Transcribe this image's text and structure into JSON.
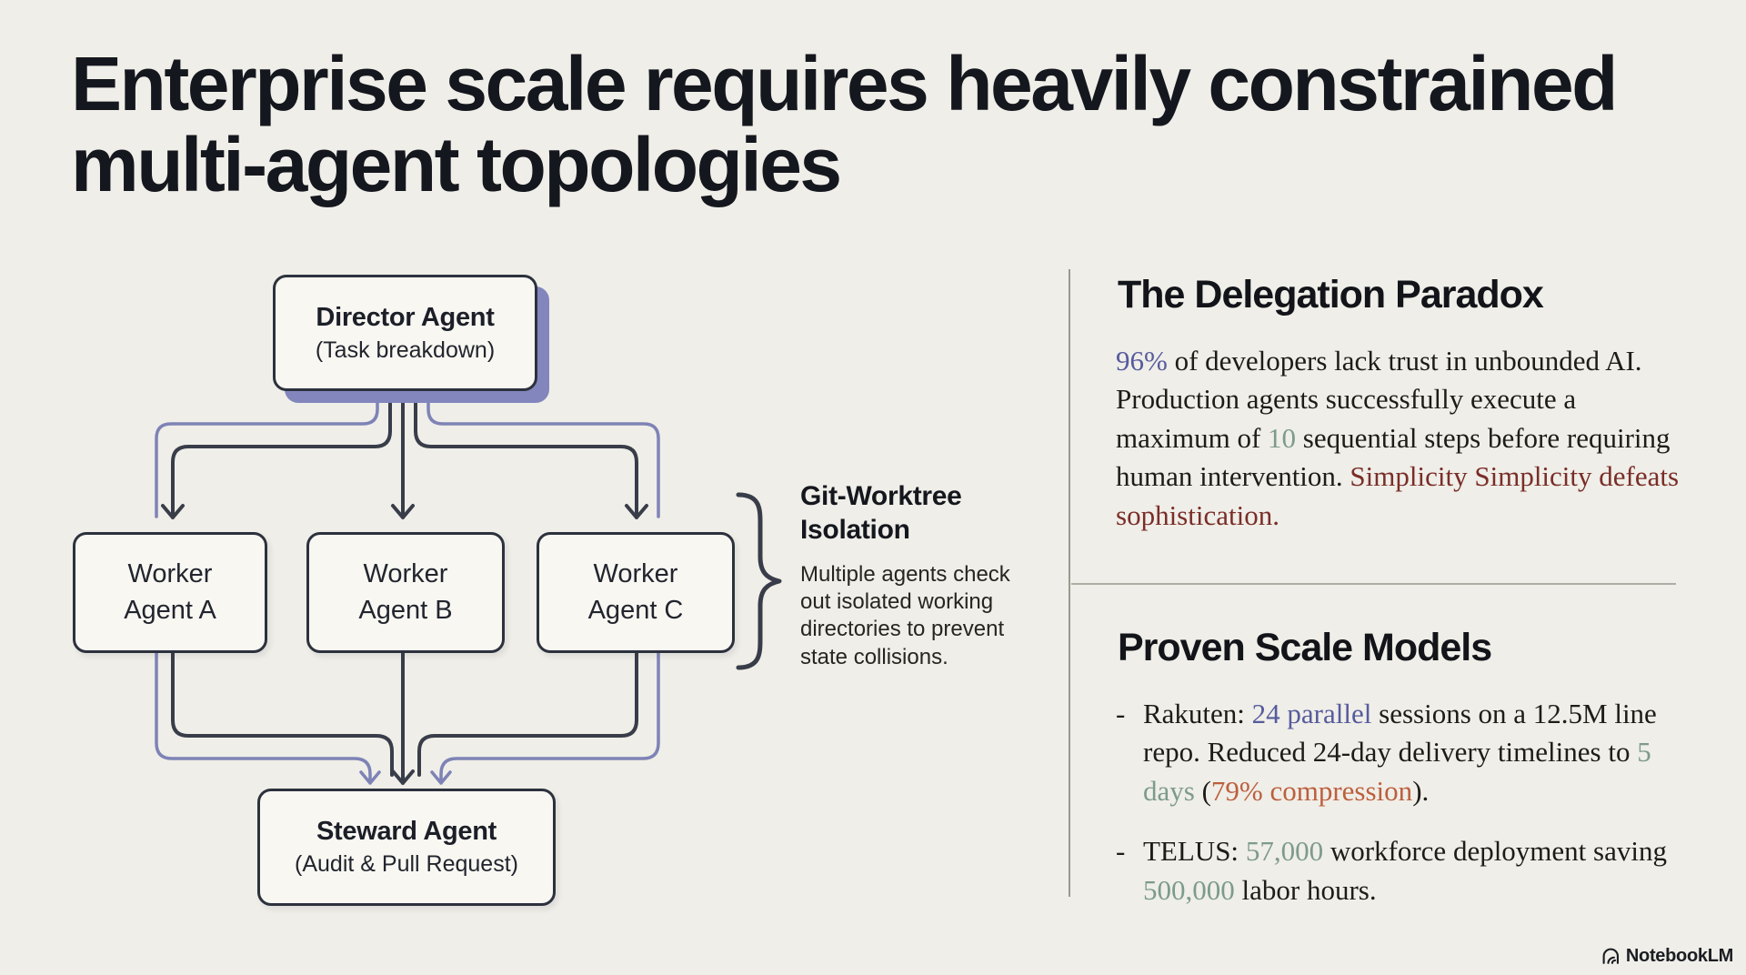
{
  "palette": {
    "background": "#efeee8",
    "ink": "#15171e",
    "line_dark": "#383d49",
    "line_purple": "#7e83b6",
    "node_fill": "#f8f7f2",
    "node_border": "#2c313d",
    "director_shadow": "#8286bd",
    "divider": "#9a998f",
    "serif_ink": "#1e1c17",
    "accent_blue": "#565b9d",
    "accent_green": "#7d9b8a",
    "accent_maroon": "#7a2d28",
    "accent_orange": "#bc5f3d"
  },
  "slide": {
    "title": "Enterprise scale requires heavily constrained multi-agent topologies"
  },
  "diagram": {
    "director": {
      "title": "Director Agent",
      "subtitle": "(Task breakdown)"
    },
    "worker_a": {
      "line1": "Worker",
      "line2": "Agent A"
    },
    "worker_b": {
      "line1": "Worker",
      "line2": "Agent B"
    },
    "worker_c": {
      "line1": "Worker",
      "line2": "Agent C"
    },
    "steward": {
      "title": "Steward Agent",
      "subtitle": "(Audit & Pull Request)"
    },
    "annotation": {
      "title": "Git-Worktree Isolation",
      "body": "Multiple agents check out isolated working directories to prevent state collisions."
    }
  },
  "panels": {
    "delegation": {
      "heading": "The Delegation Paradox",
      "segments": [
        {
          "text": "96%",
          "color": "#565b9d"
        },
        {
          "text": " of developers lack trust in unbounded AI. Production agents successfully execute a maximum of "
        },
        {
          "text": "10",
          "color": "#7d9b8a"
        },
        {
          "text": " sequential steps before requiring human intervention. "
        },
        {
          "text": "Simplicity Simplicity defeats sophistication.",
          "color": "#7a2d28"
        }
      ]
    },
    "scale": {
      "heading": "Proven Scale Models",
      "bullets": [
        {
          "marker": "-",
          "segments": [
            {
              "text": "Rakuten: "
            },
            {
              "text": "24 parallel",
              "color": "#565b9d"
            },
            {
              "text": " sessions on a 12.5M line repo. Reduced 24-day delivery timelines to "
            },
            {
              "text": "5 days",
              "color": "#7d9b8a"
            },
            {
              "text": " ("
            },
            {
              "text": "79% compression",
              "color": "#bc5f3d"
            },
            {
              "text": ")."
            }
          ]
        },
        {
          "marker": "-",
          "segments": [
            {
              "text": "TELUS: "
            },
            {
              "text": "57,000",
              "color": "#7d9b8a"
            },
            {
              "text": " workforce deployment saving "
            },
            {
              "text": "500,000",
              "color": "#7d9b8a"
            },
            {
              "text": " labor hours."
            }
          ]
        }
      ]
    }
  },
  "footer": {
    "brand": "NotebookLM"
  }
}
